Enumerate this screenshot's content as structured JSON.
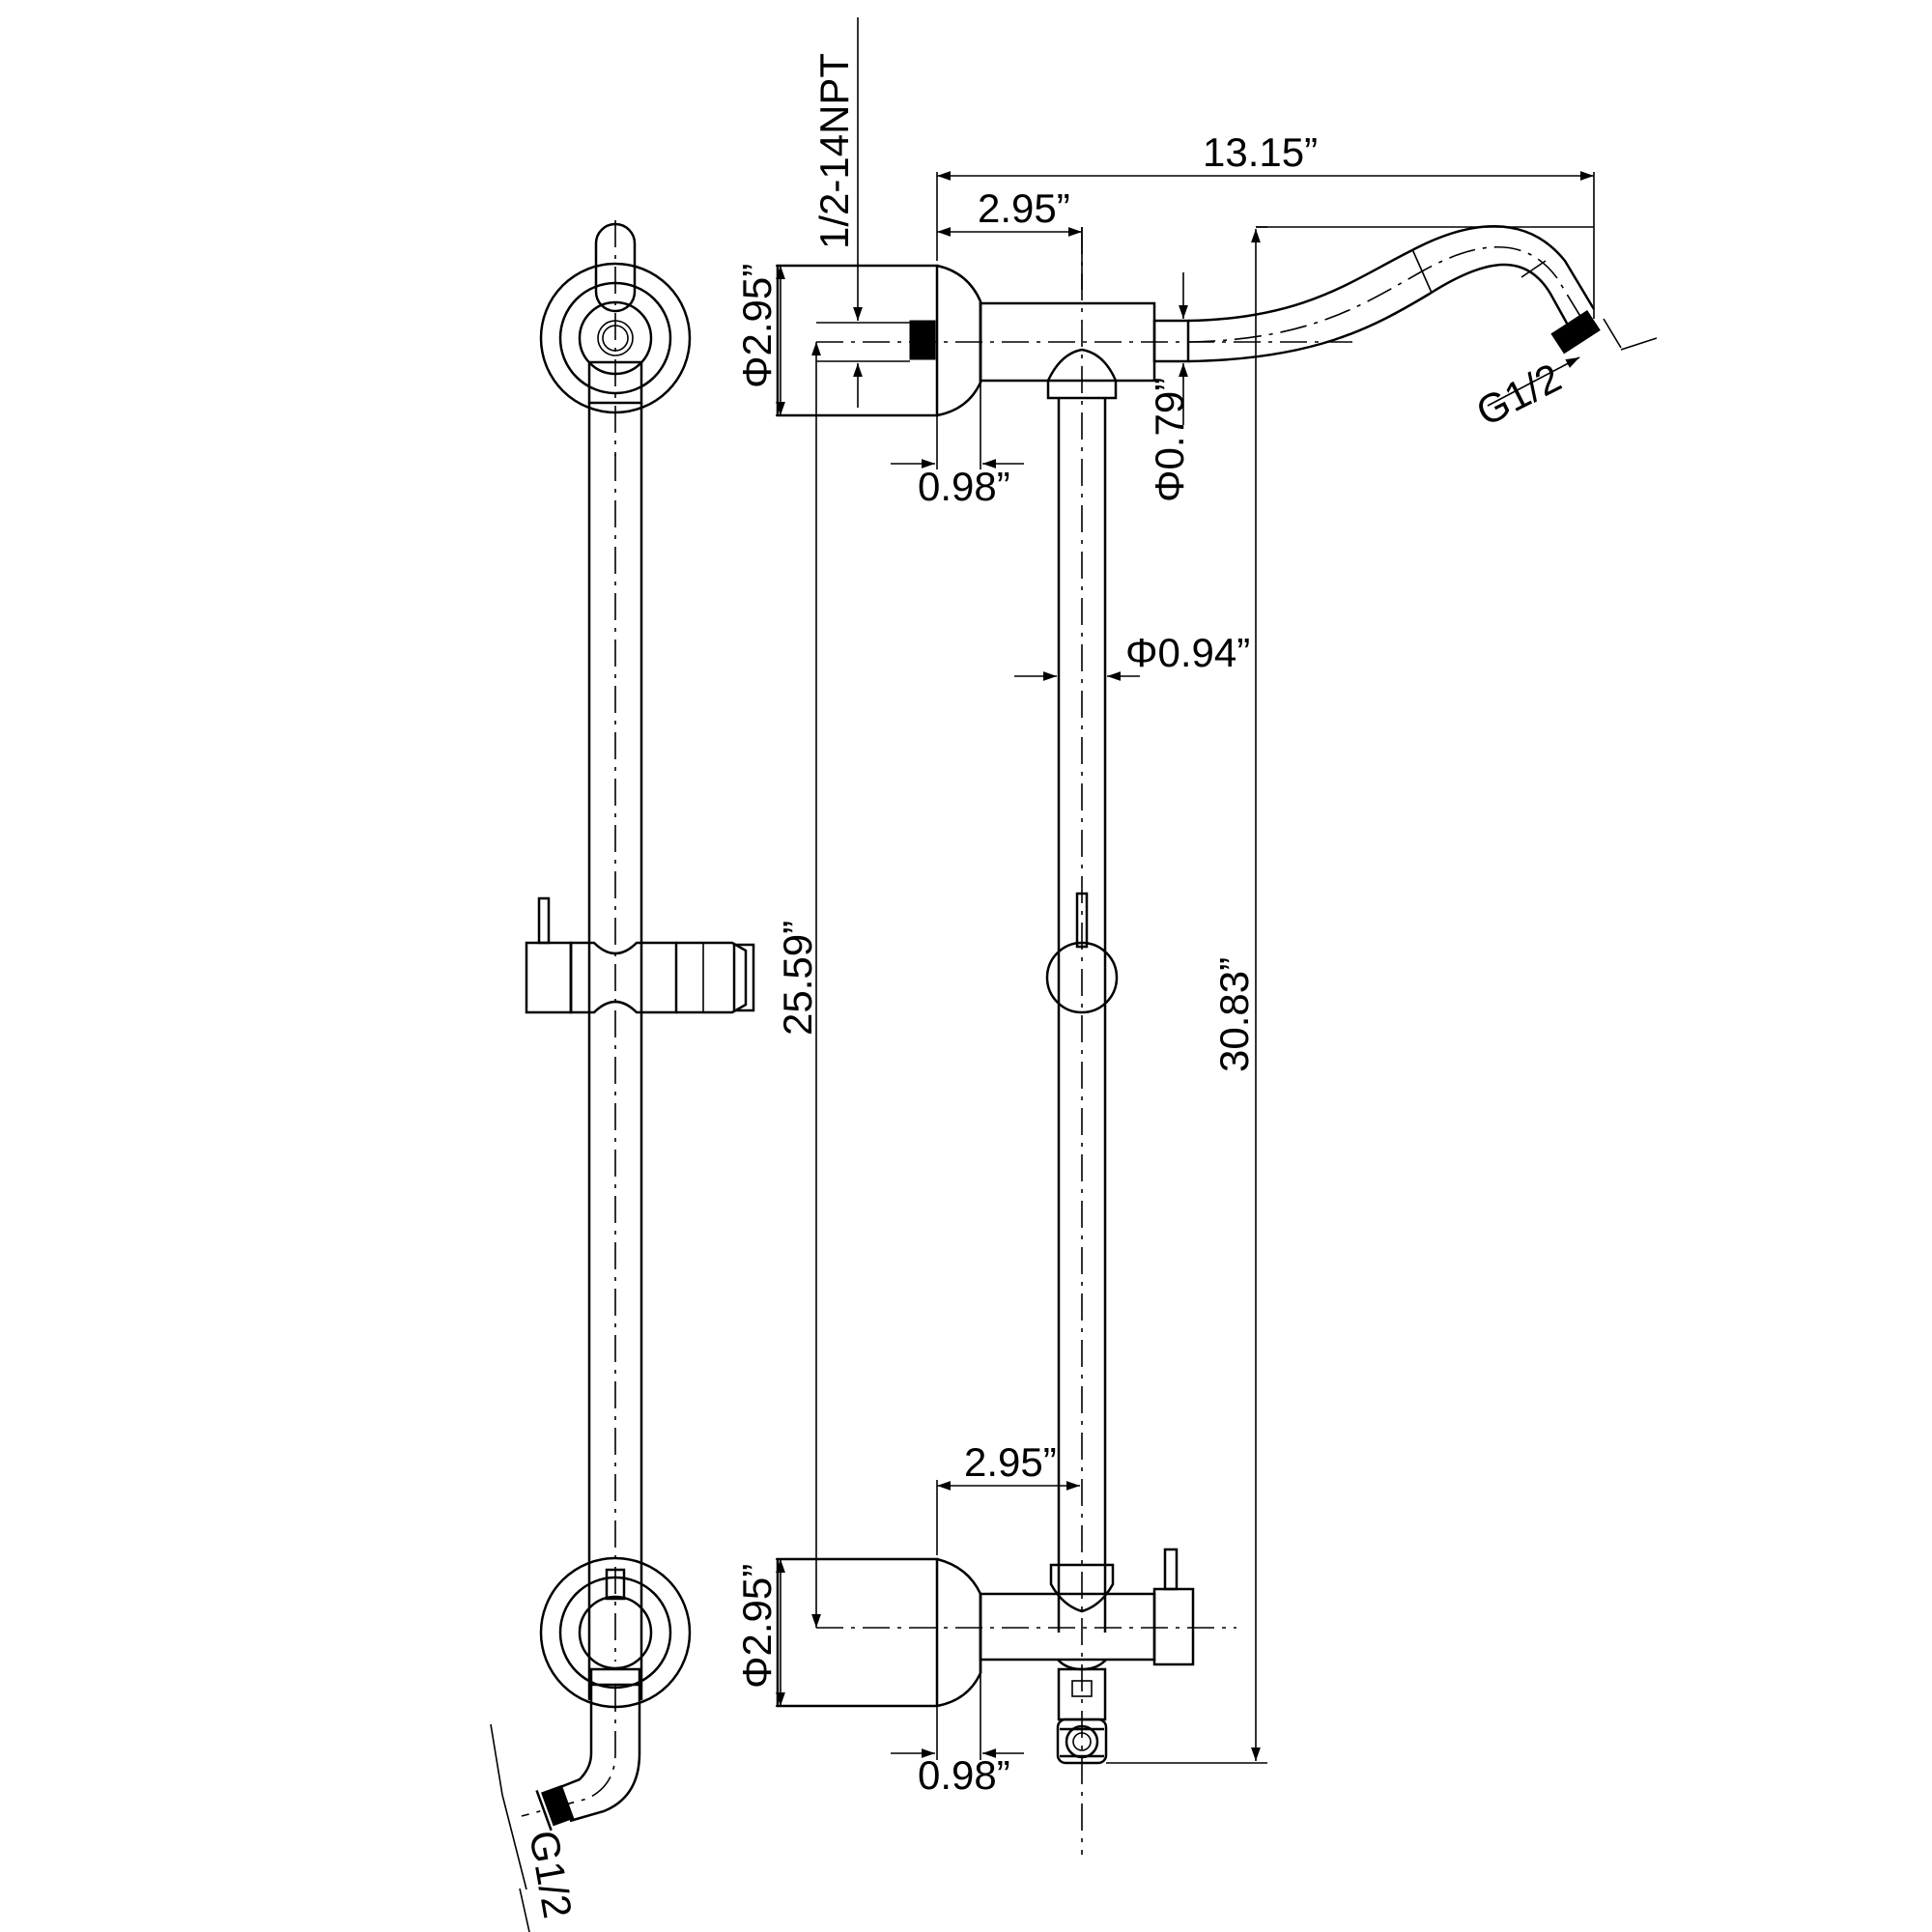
{
  "dimensions": {
    "overall_width": "13.15”",
    "top_offset": "2.95”",
    "bottom_offset": "2.95”",
    "top_flange_dia": "Φ2.95”",
    "bottom_flange_dia": "Φ2.95”",
    "top_flange_depth": "0.98”",
    "bottom_flange_depth": "0.98”",
    "thread_npt": "1/2-14NPT",
    "arm_dia": "Φ0.79”",
    "bar_dia": "Φ0.94”",
    "bar_centers": "25.59”",
    "overall_height": "30.83”",
    "outlet_thread_top": "G1/2",
    "outlet_thread_bottom": "G1/2"
  }
}
